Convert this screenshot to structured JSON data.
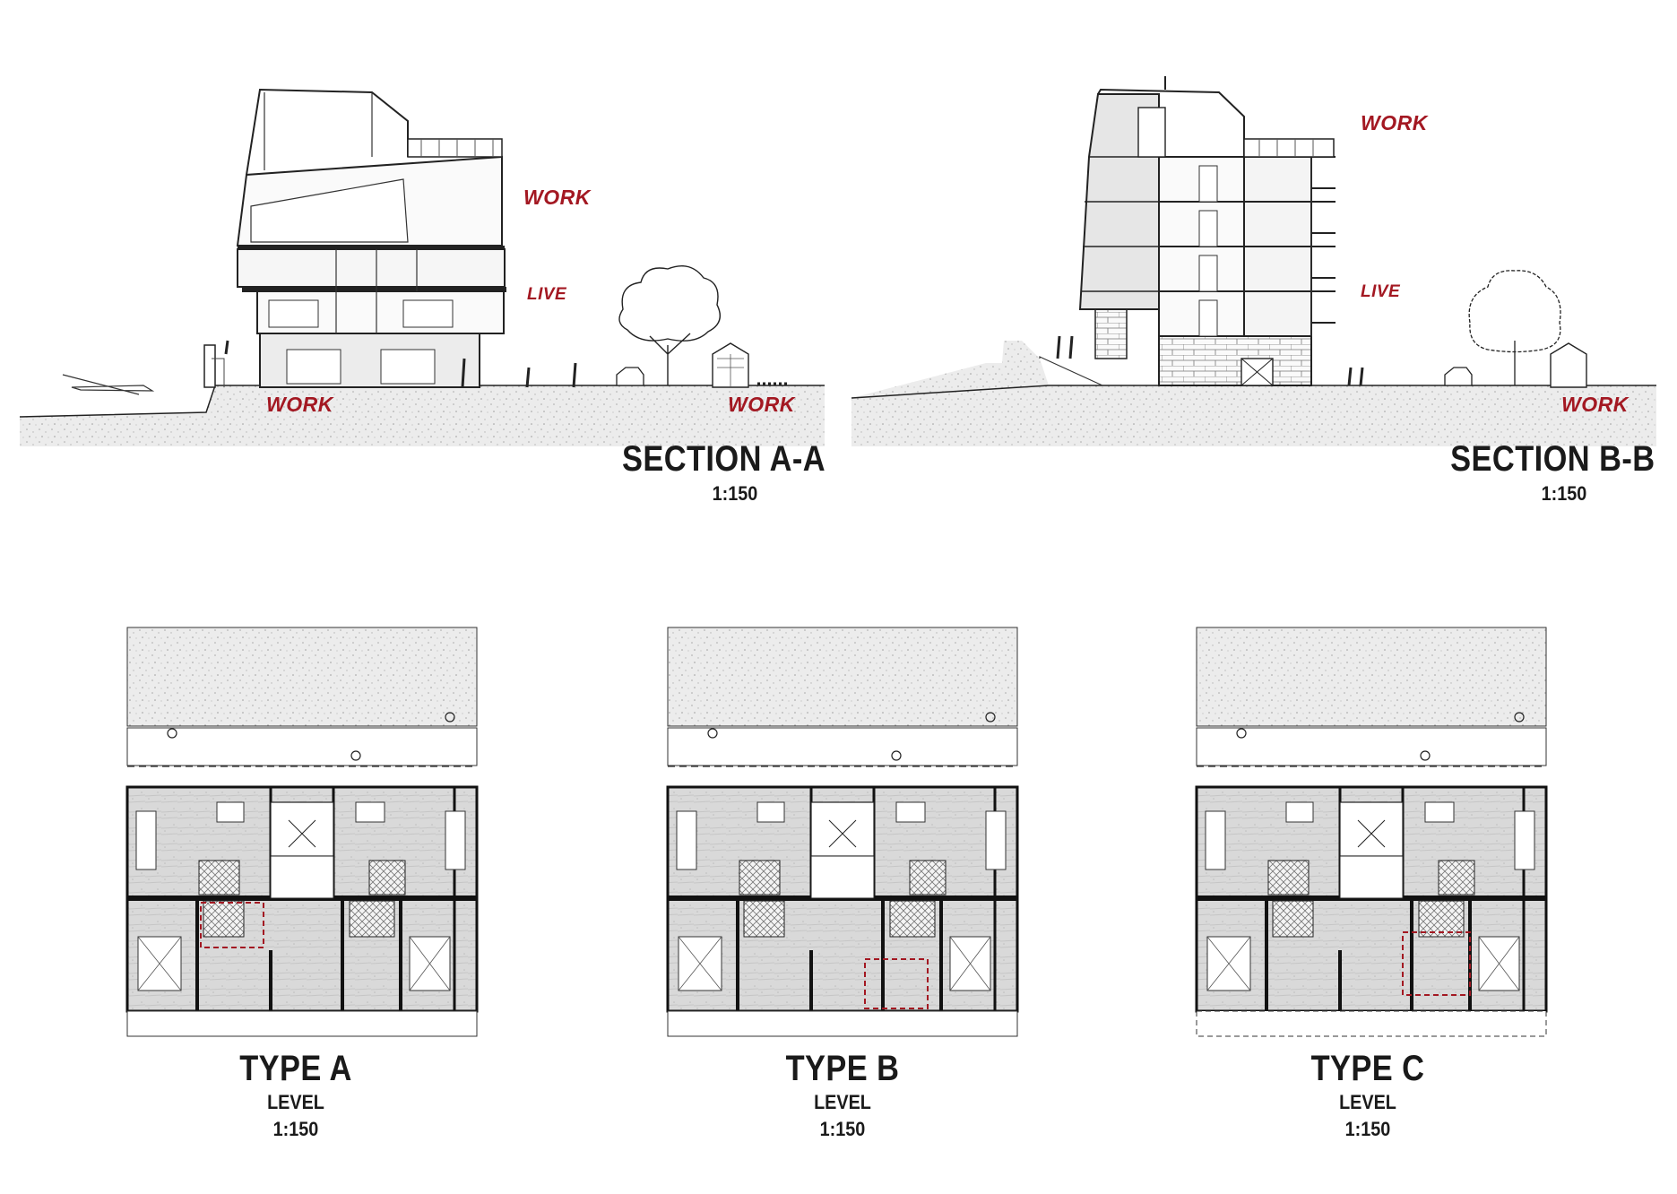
{
  "sections": [
    {
      "title": "SECTION A-A",
      "scale": "1:150",
      "zones": [
        "WORK",
        "LIVE",
        "WORK",
        "WORK"
      ]
    },
    {
      "title": "SECTION B-B",
      "scale": "1:150",
      "zones": [
        "WORK",
        "LIVE",
        "WORK"
      ]
    }
  ],
  "plans": [
    {
      "title": "TYPE A",
      "level": "LEVEL",
      "scale": "1:150"
    },
    {
      "title": "TYPE B",
      "level": "LEVEL",
      "scale": "1:150"
    },
    {
      "title": "TYPE C",
      "level": "LEVEL",
      "scale": "1:150"
    }
  ],
  "colors": {
    "accent_red": "#a31822",
    "ink": "#1a1a1a",
    "ground_fill": "#e9e9e9",
    "floor_fill": "#d8d8d8",
    "hatch": "#9a9a9a"
  }
}
